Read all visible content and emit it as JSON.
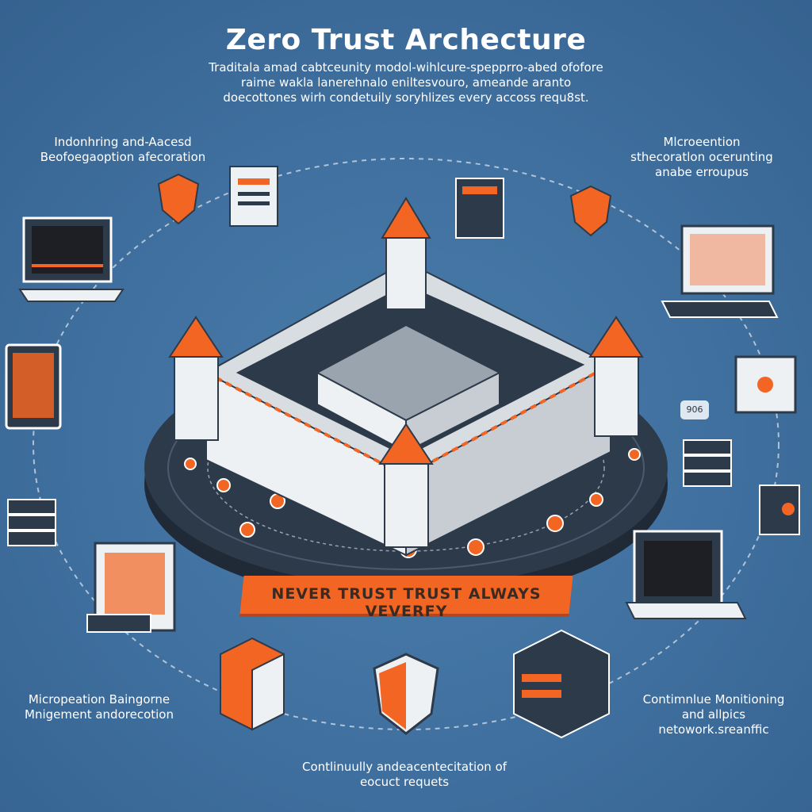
{
  "title": "Zero Trust Archecture",
  "subtitle": "Traditala amad cabtceunity modol-wihlcure-spepprro-abed ofofore raime wakla lanerehnalo eniltesvouro, ameande aranto doecottones wirh condetuily soryhlizes every accoss requ8st.",
  "labels": {
    "top_left": "Indonhring and-Aacesd Beofoegaoption afecoration",
    "top_right": "Mlcroeention sthecoratlon ocerunting anabe erroupus",
    "bottom_left": "Micropeation Baingorne Mnigement andorecotion",
    "bottom_right": "Contimnlue Monitioning and allpics netowork.sreanffic",
    "bottom_center": "Contlinuully andeacentecitation of eocuct requets"
  },
  "banner": "NEVER TRUST TRUST ALWAYS VEVERFY",
  "tag": "906",
  "colors": {
    "background": "#3f6f9e",
    "accent": "#f26522",
    "stone": "#e8ecef",
    "dark": "#2d3a4a"
  }
}
